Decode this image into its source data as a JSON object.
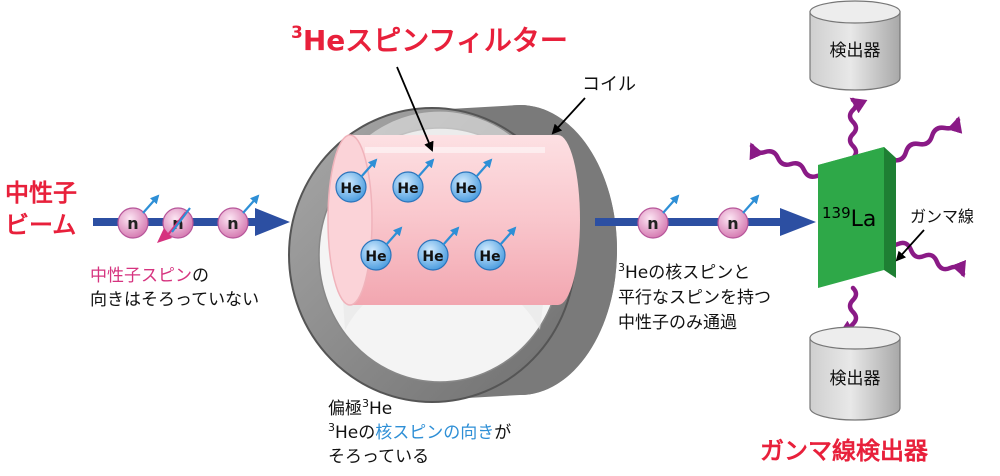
{
  "filter_title": {
    "sup": "3",
    "main": "Heスピンフィルター"
  },
  "coil_label": "コイル",
  "beam_label": {
    "line1": "中性子",
    "line2": "ビーム"
  },
  "neutron_symbol": "n",
  "he_symbol": "He",
  "incoming_note": {
    "line1_colored": "中性子スピン",
    "line1_rest": "の",
    "line2": "向きはそろっていない"
  },
  "outgoing_note": {
    "sup": "3",
    "line1": "Heの核スピンと",
    "line2": "平行なスピンを持つ",
    "line3": "中性子のみ通過"
  },
  "polarized_note": {
    "line1_main": "偏極",
    "line1_sup": "3",
    "line1_end": "He",
    "line2_sup": "3",
    "line2_a": "Heの",
    "line2_colored": "核スピンの向き",
    "line2_b": "が",
    "line3": "そろっている"
  },
  "target": {
    "sup": "139",
    "main": "La"
  },
  "gamma_label": "ガンマ線",
  "detector_label": "検出器",
  "detector_system_label": "ガンマ線検出器",
  "colors": {
    "title_red": "#e8203b",
    "note_magenta": "#d6337f",
    "spin_blue": "#2e8fd6",
    "beam_blue": "#2c4fa2",
    "gamma_purple": "#8a1a86",
    "target_green": "#2ea848"
  }
}
